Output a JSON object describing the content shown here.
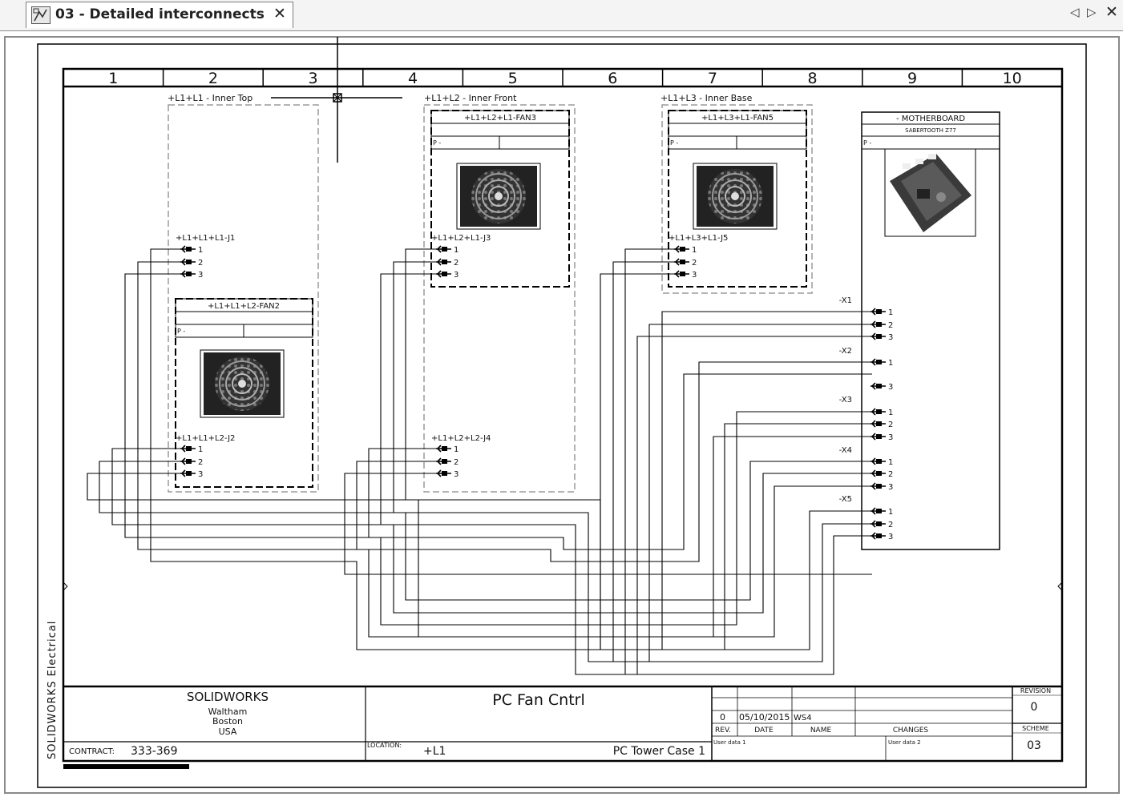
{
  "tab": {
    "title": "03 - Detailed interconnects",
    "close_glyph": "✕",
    "icon": "schematic-document-icon"
  },
  "nav": {
    "prev": "◁",
    "next": "▷",
    "close": "✕"
  },
  "grid_columns": [
    "1",
    "2",
    "3",
    "4",
    "5",
    "6",
    "7",
    "8",
    "9",
    "10"
  ],
  "side_label": "SOLIDWORKS Electrical",
  "locations": {
    "inner_top": "+L1+L1 - Inner Top",
    "inner_front": "+L1+L2 - Inner Front",
    "inner_base": "+L1+L3 - Inner Base"
  },
  "components": {
    "fan2": {
      "tag": "+L1+L1+L2-FAN2",
      "part": "P -"
    },
    "fan3": {
      "tag": "+L1+L2+L1-FAN3",
      "part": "P -"
    },
    "fan5": {
      "tag": "+L1+L3+L1-FAN5",
      "part": "P -"
    },
    "motherboard": {
      "tag": "- MOTHERBOARD",
      "model": "SABERTOOTH Z77",
      "part": "P -"
    }
  },
  "connectors": {
    "j1": "+L1+L1+L1-J1",
    "j2": "+L1+L1+L2-J2",
    "j3": "+L1+L2+L1-J3",
    "j4": "+L1+L2+L2-J4",
    "j5": "+L1+L3+L1-J5"
  },
  "headers": {
    "x1": "-X1",
    "x2": "-X2",
    "x3": "-X3",
    "x4": "-X4",
    "x5": "-X5"
  },
  "pins": [
    "1",
    "2",
    "3"
  ],
  "title_block": {
    "company": "SOLIDWORKS",
    "address": [
      "Waltham",
      "Boston",
      "USA"
    ],
    "title": "PC Fan Cntrl",
    "contract_label": "CONTRACT:",
    "contract": "333-369",
    "location_label": "LOCATION:",
    "location": "+L1",
    "location_desc": "PC Tower Case 1",
    "rev_row": {
      "rev": "0",
      "date": "05/10/2015",
      "name": "WS4"
    },
    "col_headers": {
      "rev": "REV.",
      "date": "DATE",
      "name": "NAME",
      "changes": "CHANGES"
    },
    "user_data_1": "User data 1",
    "user_data_2": "User data 2",
    "revision_label": "REVISION",
    "revision": "0",
    "scheme_label": "SCHEME",
    "scheme": "03"
  }
}
